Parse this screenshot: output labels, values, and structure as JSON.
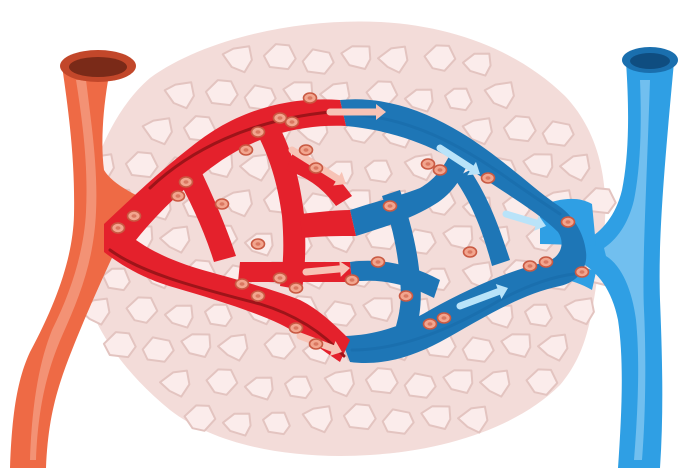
{
  "illustration": {
    "subject": "capillary-bed",
    "colors": {
      "tissue_fill": "#f3dcd9",
      "tissue_cell": "#fbeceb",
      "tissue_outline": "#e3c4c0",
      "artery_main": "#ee6a45",
      "artery_dark": "#c2472a",
      "artery_light": "#f7b29c",
      "arteriole_red": "#e4212c",
      "arteriole_dark": "#9e1419",
      "vein_main": "#2f9fe4",
      "vein_dark": "#1a6fae",
      "vein_light": "#9fd6f6",
      "capillary_blue": "#1e76b6",
      "cell_fill": "#f2a58e",
      "cell_outline": "#c95a43",
      "flow_arrow_red": "#f7c3b6",
      "flow_arrow_blue": "#b9e3f9"
    },
    "icons": [
      "artery",
      "vein",
      "capillary-network",
      "blood-cell",
      "flow-arrow"
    ]
  }
}
